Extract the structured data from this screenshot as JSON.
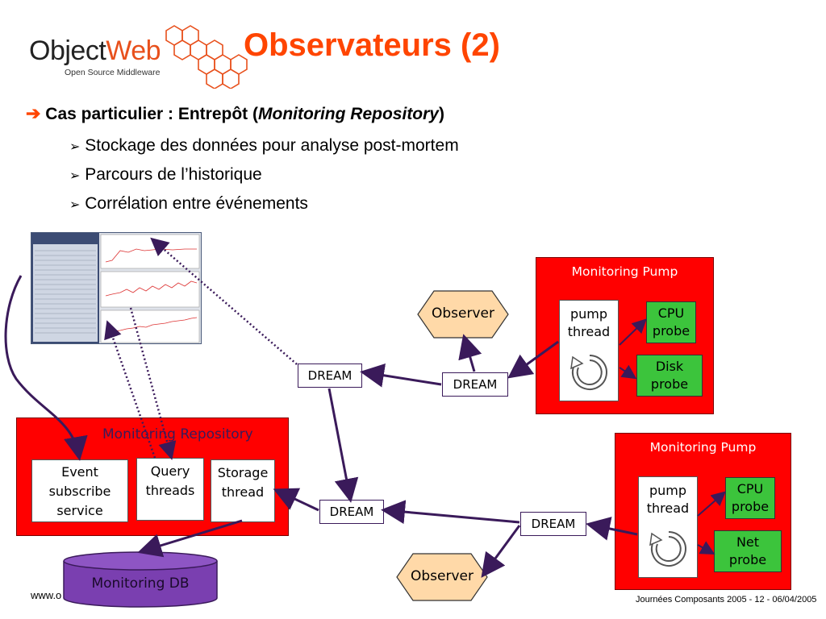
{
  "logo": {
    "main_left": "Object",
    "main_right": "Web",
    "subtitle": "Open Source Middleware"
  },
  "title": "Observateurs (2)",
  "bullet_main": {
    "prefix": "Cas particulier : Entrepôt (",
    "italic": "Monitoring Repository",
    "suffix": ")"
  },
  "bullets": [
    "Stockage des données pour analyse post-mortem",
    "Parcours de l’historique",
    "Corrélation entre événements"
  ],
  "diagram": {
    "pump1": {
      "title": "Monitoring Pump",
      "thread": "pump\nthread",
      "probe_a": "CPU\nprobe",
      "probe_b": "Disk\nprobe"
    },
    "pump2": {
      "title": "Monitoring Pump",
      "thread": "pump\nthread",
      "probe_a": "CPU\nprobe",
      "probe_b": "Net\nprobe"
    },
    "repository": {
      "title": "Monitoring Repository",
      "event": "Event\nsubscribe\nservice",
      "query": "Query\nthreads",
      "storage": "Storage\nthread"
    },
    "db": "Monitoring DB",
    "observer_top": "Observer",
    "observer_bottom": "Observer",
    "dream_label": "DREAM"
  },
  "footer": {
    "left": "www.o",
    "right": "Journées Composants 2005 - 12 - 06/04/2005"
  },
  "colors": {
    "title": "#ff4500",
    "red_box": "#ff0000",
    "probe": "#3cc43c",
    "observer": "#ffd9a8",
    "db": "#7a3fb0",
    "arrow": "#3a1a5a"
  }
}
